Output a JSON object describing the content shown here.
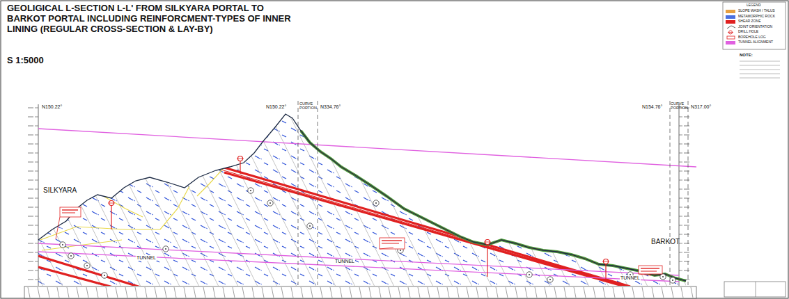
{
  "diagram": {
    "title": "GEOLIGICAL L-SECTION L-L' FROM SILKYARA PORTAL TO BARKOT PORTAL INCLUDING REINFORCMENT-TYPES OF INNER LINING (REGULAR CROSS-SECTION & LAY-BY)",
    "labels": [
      "S 1:5000",
      "N150.22°",
      "N150.22°",
      "CURVE PORTION",
      "N334.76°",
      "N154.76°",
      "CURVE PORTION",
      "N317.00°",
      "SILKYARA",
      "TUNNEL",
      "TUNNEL",
      "TUNNEL",
      "BARKOT",
      "LEGEND",
      "NOTE:"
    ],
    "legend": [
      {
        "text": "SLOPE WASH / TALUS",
        "color": "#e8a040"
      },
      {
        "text": "METAMORPHIC ROCK",
        "color": "#4a6fe0"
      },
      {
        "text": "SHEAR ZONE",
        "color": "#e02020"
      },
      {
        "text": "JOINT ORIENTATION"
      },
      {
        "text": "DRILL HOLE"
      },
      {
        "text": "BOREHOLE LOG"
      },
      {
        "text": "TUNNEL ALIGNMENT",
        "color": "#e060e0"
      }
    ]
  }
}
